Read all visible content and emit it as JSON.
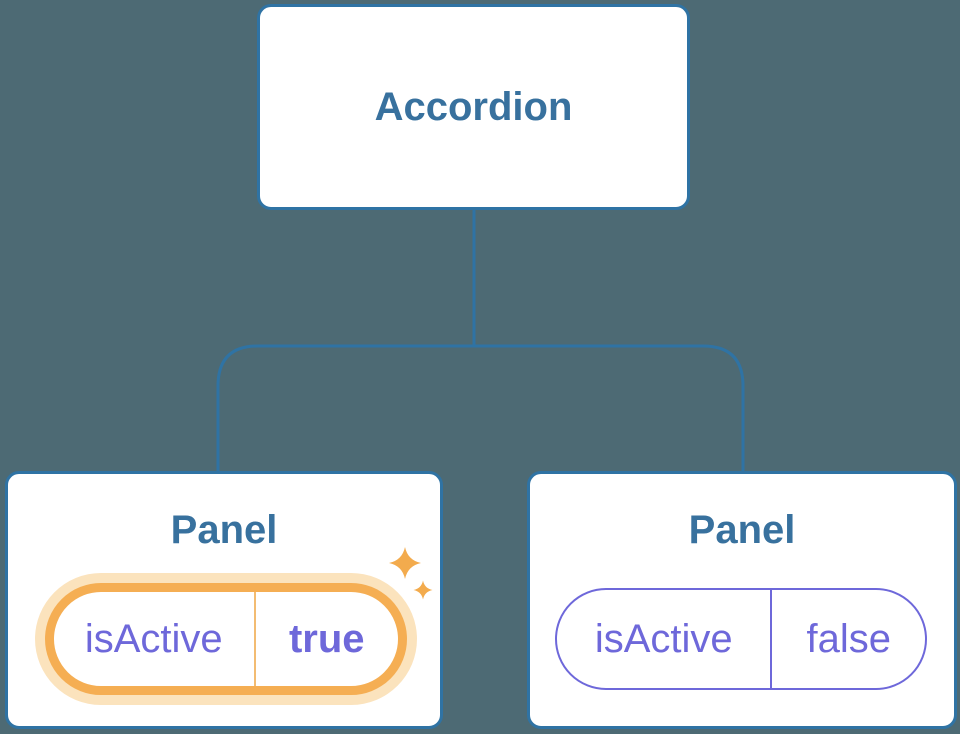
{
  "title": "Accordion component tree diagram",
  "colors": {
    "background": "#4d6a74",
    "line_blue": "#2f73a4",
    "heading_blue": "#38719e",
    "state_purple": "#6e68da",
    "highlight_orange": "#f5ae53",
    "highlight_halo": "#fbe3bd",
    "sparkle_orange": "#f3ab4d",
    "node_fill": "#ffffff"
  },
  "tree": {
    "root": {
      "label": "Accordion"
    },
    "children": [
      {
        "label": "Panel",
        "state": {
          "key": "isActive",
          "value": "true"
        },
        "highlighted": true
      },
      {
        "label": "Panel",
        "state": {
          "key": "isActive",
          "value": "false"
        },
        "highlighted": false
      }
    ]
  }
}
